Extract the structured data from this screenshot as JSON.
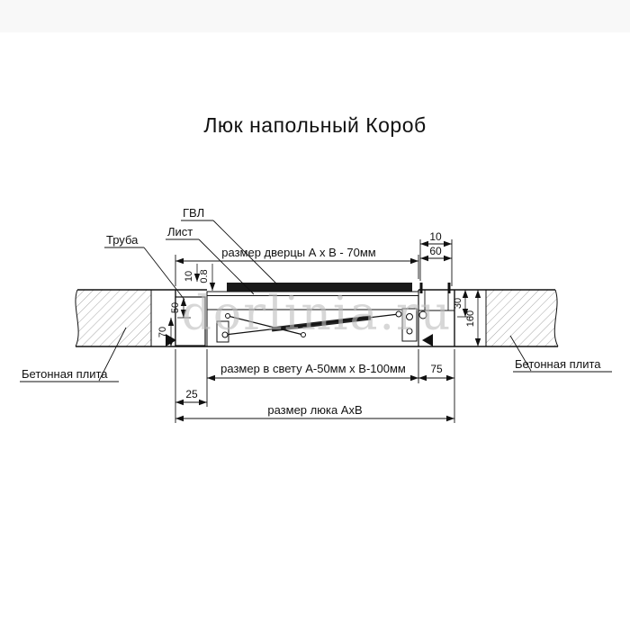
{
  "page": {
    "title": "Люк напольный Короб",
    "watermark": "dorlinia.ru"
  },
  "colors": {
    "line": "#1a1a1a",
    "gvl_fill": "#1a1a1a",
    "watermark": "#bdbdbd",
    "hatch": "#9c9c9c",
    "top_band": "#f8f8f8"
  },
  "callouts": {
    "gvl": "ГВЛ",
    "sheet": "Лист",
    "pipe": "Труба",
    "concrete_left": "Бетонная плита",
    "concrete_right": "Бетонная плита"
  },
  "dims": {
    "door_size": "размер дверцы А х В - 70мм",
    "gap_10": "10",
    "box_60": "60",
    "gvl_10": "10",
    "sheet_08": "0.8",
    "left_50": "50",
    "left_70": "70",
    "right_30": "30",
    "right_160": "160",
    "clear_size": "размер в свету А-50мм х В-100мм",
    "offset_75": "75",
    "offset_25": "25",
    "hatch_size": "размер люка АхВ"
  }
}
